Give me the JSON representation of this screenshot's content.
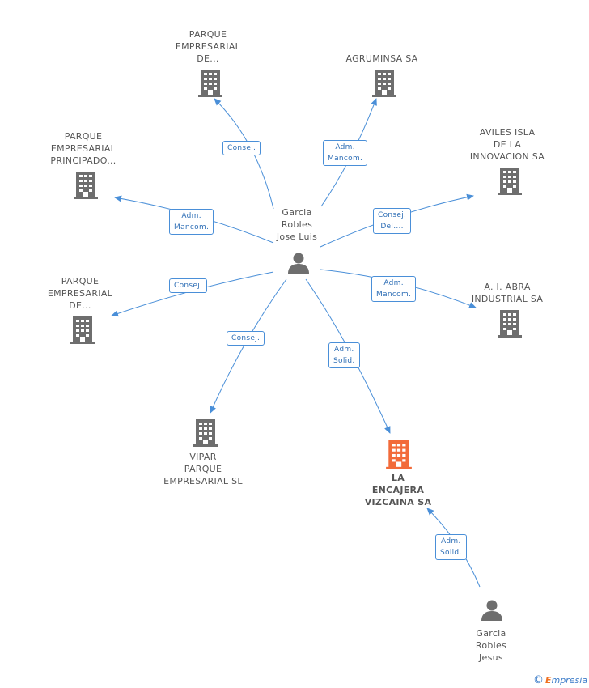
{
  "nodes": {
    "garcia_robles_jose_luis": {
      "lines": [
        "Garcia",
        "Robles",
        "Jose Luis"
      ],
      "kind": "person"
    },
    "parque_1": {
      "lines": [
        "PARQUE",
        "EMPRESARIAL",
        "DE..."
      ],
      "kind": "company"
    },
    "agruminsa": {
      "lines": [
        "AGRUMINSA SA"
      ],
      "kind": "company"
    },
    "parque_principado": {
      "lines": [
        "PARQUE",
        "EMPRESARIAL",
        "PRINCIPADO..."
      ],
      "kind": "company"
    },
    "aviles_isla": {
      "lines": [
        "AVILES ISLA",
        "DE LA",
        "INNOVACION SA"
      ],
      "kind": "company"
    },
    "parque_2": {
      "lines": [
        "PARQUE",
        "EMPRESARIAL",
        "DE..."
      ],
      "kind": "company"
    },
    "ai_abra": {
      "lines": [
        "A. I. ABRA",
        "INDUSTRIAL SA"
      ],
      "kind": "company"
    },
    "vipar": {
      "lines": [
        "VIPAR",
        "PARQUE",
        "EMPRESARIAL SL"
      ],
      "kind": "company"
    },
    "la_encajera": {
      "lines": [
        "LA",
        "ENCAJERA",
        "VIZCAINA SA"
      ],
      "kind": "company-focus"
    },
    "garcia_robles_jesus": {
      "lines": [
        "Garcia",
        "Robles",
        "Jesus"
      ],
      "kind": "person"
    }
  },
  "relations": {
    "r_parque_1": {
      "lines": [
        "Consej."
      ]
    },
    "r_agruminsa": {
      "lines": [
        "Adm.",
        "Mancom."
      ]
    },
    "r_parque_principado": {
      "lines": [
        "Adm.",
        "Mancom."
      ]
    },
    "r_aviles": {
      "lines": [
        "Consej.",
        "Del...."
      ]
    },
    "r_parque_2": {
      "lines": [
        "Consej."
      ]
    },
    "r_ai_abra": {
      "lines": [
        "Adm.",
        "Mancom."
      ]
    },
    "r_vipar": {
      "lines": [
        "Consej."
      ]
    },
    "r_encajera_jl": {
      "lines": [
        "Adm.",
        "Solid."
      ]
    },
    "r_encajera_jesus": {
      "lines": [
        "Adm.",
        "Solid."
      ]
    }
  },
  "colors": {
    "edge": "#4a8fd8",
    "icon": "#6e6e6e",
    "focus": "#f26b3a"
  },
  "footer": {
    "copyright": "©",
    "brand_first": "E",
    "brand_rest": "mpresia"
  }
}
